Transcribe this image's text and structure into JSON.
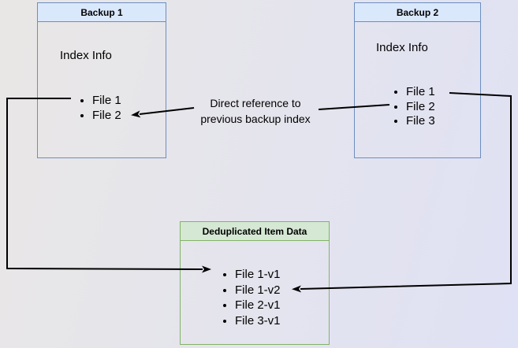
{
  "diagram": {
    "backup1": {
      "title": "Backup 1",
      "subtitle": "Index Info",
      "items": [
        "File 1",
        "File 2"
      ]
    },
    "backup2": {
      "title": "Backup 2",
      "subtitle": "Index Info",
      "items": [
        "File 1",
        "File 2",
        "File 3"
      ]
    },
    "dedup": {
      "title": "Deduplicated Item Data",
      "items": [
        "File 1-v1",
        "File 1-v2",
        "File 2-v1",
        "File 3-v1"
      ]
    },
    "annotation": {
      "line1": "Direct reference to",
      "line2": "previous backup index"
    }
  },
  "colors": {
    "blue_header_bg": "#dae8fc",
    "blue_border": "#6c8ebf",
    "green_header_bg": "#d5e8d4",
    "green_border": "#82b366",
    "connector": "#000000",
    "background_left": "#e9e7e5",
    "background_right": "#dfe1f4"
  }
}
